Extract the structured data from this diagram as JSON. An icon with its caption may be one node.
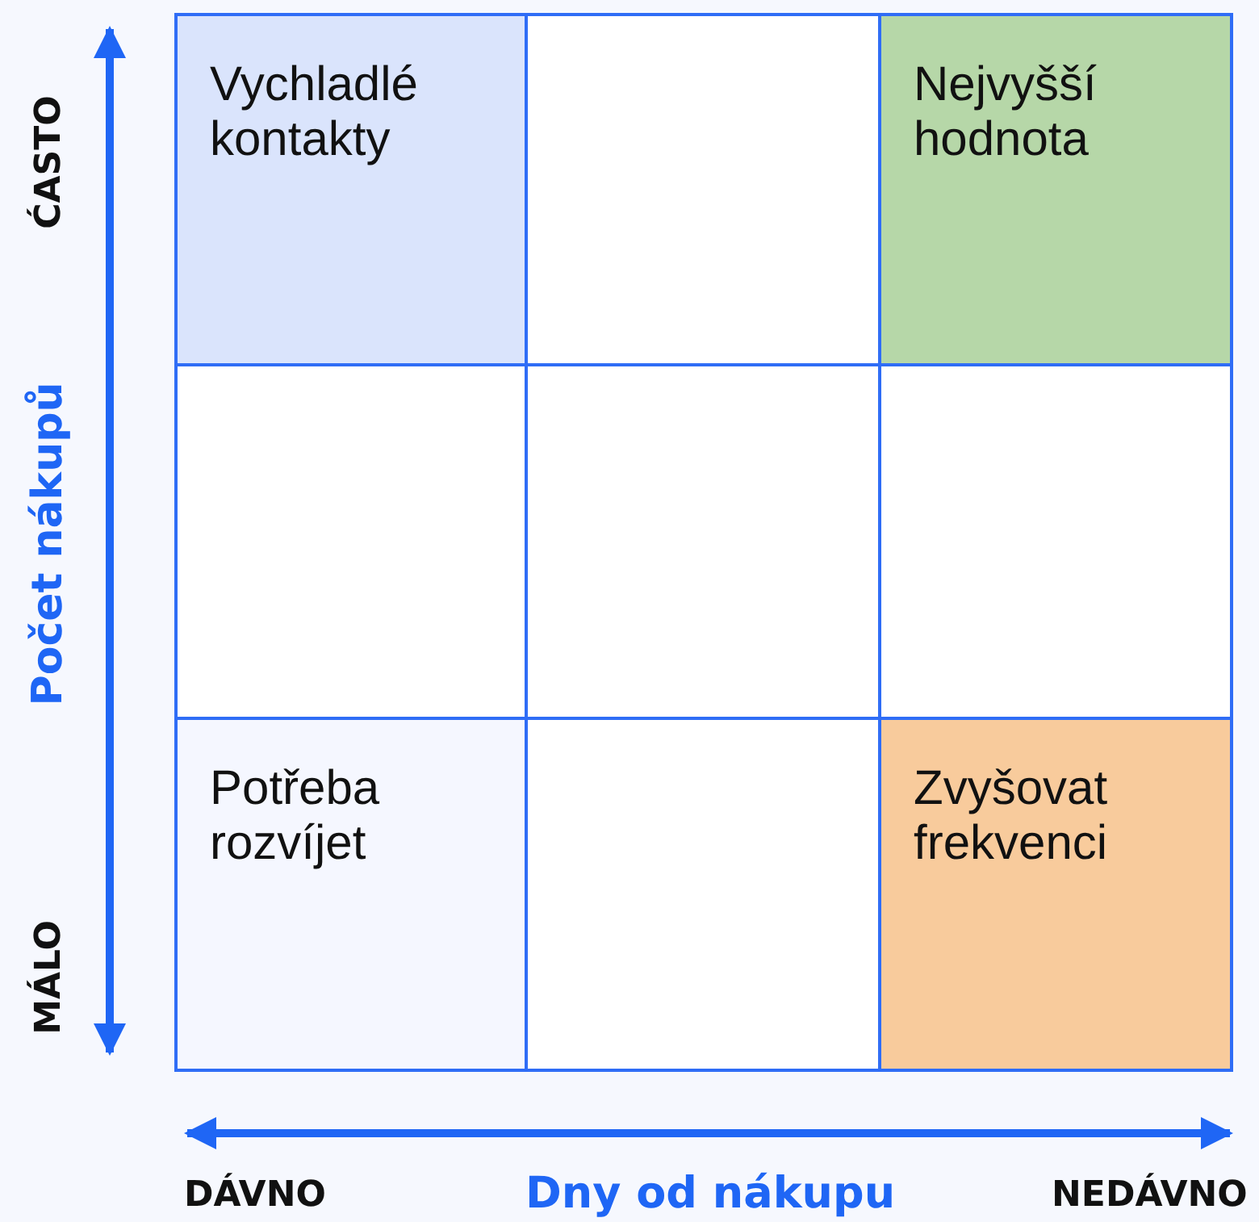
{
  "diagram": {
    "nodes": [
      {
        "text": [
          "Vychladlé kontakty"
        ]
      },
      {
        "text": [],
        "shape": "box"
      },
      {
        "text": [
          "Nejvyšší hodnota"
        ]
      },
      {
        "text": [],
        "shape": "box"
      },
      {
        "text": [],
        "shape": "box"
      },
      {
        "text": [],
        "shape": "box"
      },
      {
        "text": [
          "Potřeba rozvíjet"
        ]
      },
      {
        "text": [],
        "shape": "box"
      },
      {
        "text": [
          "Zvyšovat frekvenci"
        ]
      }
    ],
    "edges": [],
    "labels": [
      "ĆASTO",
      "Počet nákupů",
      "MÁLO",
      "DÁVNO",
      "Dny od nákupu",
      "NEDÁVNO"
    ]
  }
}
